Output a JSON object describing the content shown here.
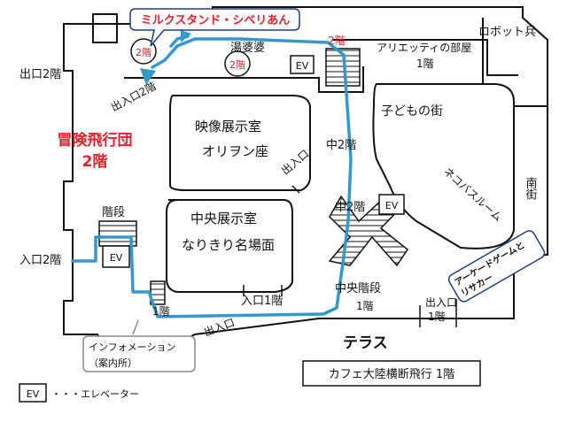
{
  "callouts": {
    "milk_stand": "ミルクスタンド・シベリあん",
    "information": "インフォメーション",
    "information_sub": "（案内所）",
    "arcade_line1": "アーケードゲームと",
    "arcade_line2": "リサカー"
  },
  "red_markers": {
    "milk_floor": "2階",
    "yubaba_floor": "2階",
    "route_top_floor": "2階"
  },
  "labels": {
    "exit_2f_left": "出口2階",
    "entrance_2f_left": "入口2階",
    "in_out_2f": "出入口2階",
    "yubaba": "湯婆婆",
    "robot": "ロボット兵",
    "arrietty_line1": "アリエッティの部屋",
    "arrietty_line2": "1階",
    "kids_street": "子どもの街",
    "catbus": "ネコバスルーム",
    "south_street": "南街",
    "mid_2f_a": "中2階",
    "mid_2f_b": "中2階",
    "in_out_mid": "出入口",
    "theater_line1": "映像展示室",
    "theater_line2": "オリヲン座",
    "central_line1": "中央展示室",
    "central_line2": "なりきり名場面",
    "stairs": "階段",
    "floor_1f_left": "1階",
    "entrance_1f": "入口1階",
    "central_stairs_line1": "中央階段",
    "central_stairs_line2": "1階",
    "in_out_1f_line1": "出入口",
    "in_out_1f_line2": "1階",
    "in_out_bottom": "出入口",
    "terrace": "テラス",
    "cafe": "カフェ大陸横断飛行 1階",
    "ev1": "EV",
    "ev2": "EV",
    "ev3": "EV"
  },
  "adventure": {
    "line1": "冒険飛行団",
    "line2": "2階"
  },
  "legend": {
    "ev": "EV",
    "description": "・・・エレベーター"
  },
  "colors": {
    "route": "#3399cc",
    "accent_red": "#e8202a",
    "callout_border": "#1e3a8a",
    "ink": "#111111"
  }
}
